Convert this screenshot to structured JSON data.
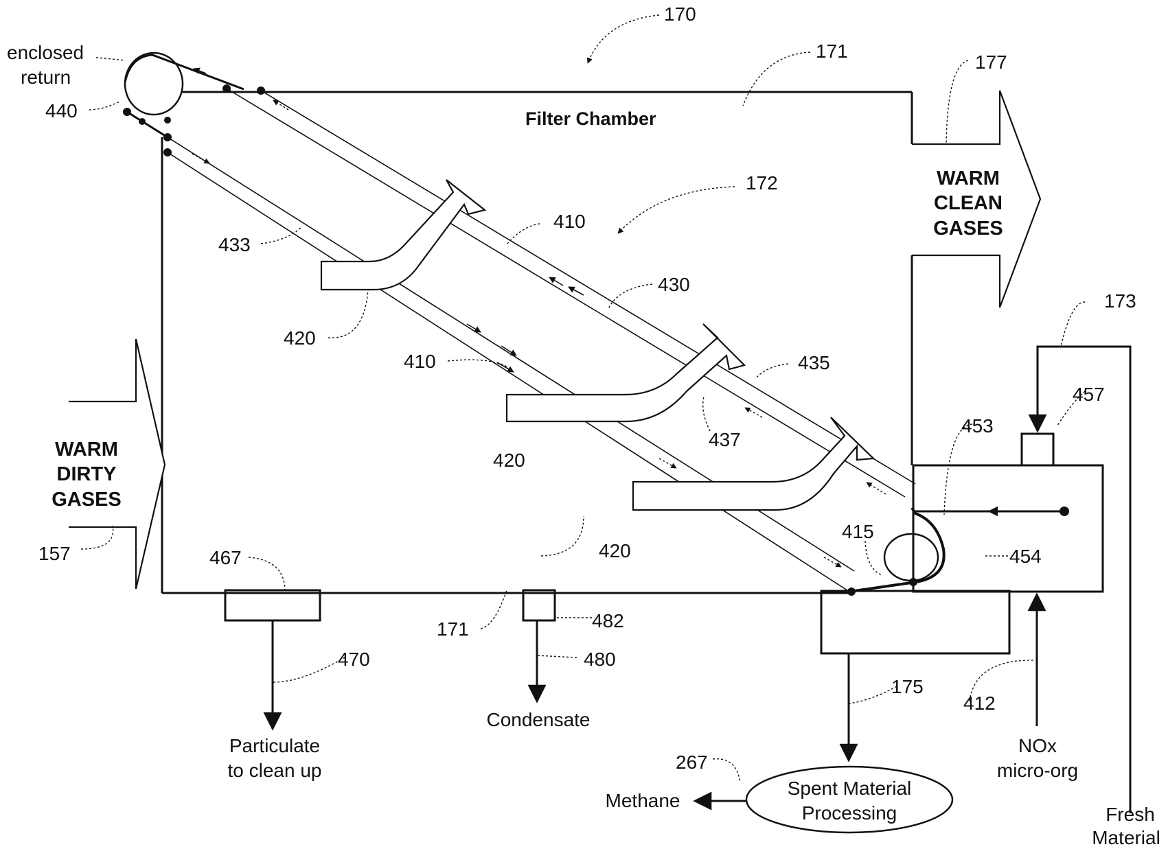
{
  "refs": {
    "r170": "170",
    "r171_top": "171",
    "r177": "177",
    "r172": "172",
    "r440": "440",
    "r433": "433",
    "r410_top": "410",
    "r430": "430",
    "r420_a": "420",
    "r410_mid": "410",
    "r435": "435",
    "r437": "437",
    "r420_b": "420",
    "r173": "173",
    "r457": "457",
    "r453": "453",
    "r415": "415",
    "r420_c": "420",
    "r454": "454",
    "r157": "157",
    "r467": "467",
    "r171_bottom": "171",
    "r482": "482",
    "r470": "470",
    "r480": "480",
    "r175": "175",
    "r412": "412",
    "r267": "267"
  },
  "labels": {
    "enclosed_return_1": "enclosed",
    "enclosed_return_2": "return",
    "filter_chamber": "Filter Chamber",
    "warm_clean_1": "WARM",
    "warm_clean_2": "CLEAN",
    "warm_clean_3": "GASES",
    "warm_dirty_1": "WARM",
    "warm_dirty_2": "DIRTY",
    "warm_dirty_3": "GASES",
    "particulate_1": "Particulate",
    "particulate_2": "to clean up",
    "condensate": "Condensate",
    "spent_1": "Spent Material",
    "spent_2": "Processing",
    "methane": "Methane",
    "nox_1": "NOx",
    "nox_2": "micro-org",
    "fresh_1": "Fresh",
    "fresh_2": "Material"
  }
}
